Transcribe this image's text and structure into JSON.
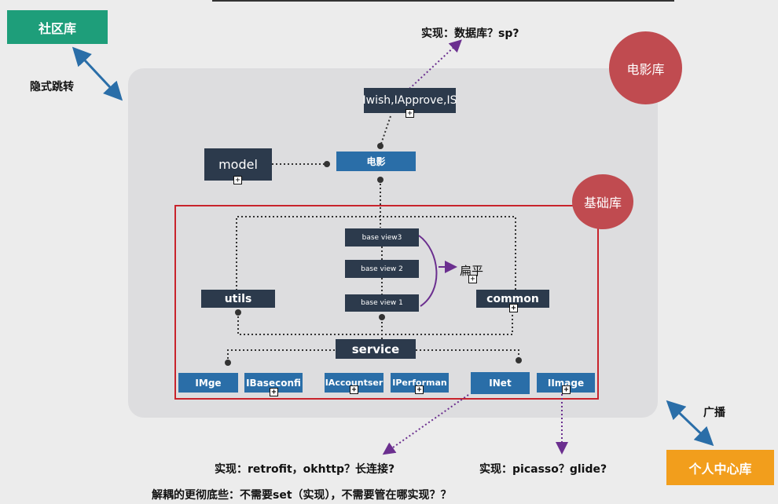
{
  "tags": {
    "community_lib": "社区库",
    "personal_center_lib": "个人中心库",
    "movie_lib": "电影库",
    "base_lib": "基础库"
  },
  "annotations": {
    "implicit_jump": "隐式跳转",
    "broadcast": "广播",
    "impl_db": "实现：数据库？sp?",
    "impl_net": "实现：retrofit，okhttp？长连接?",
    "impl_image": "实现：picasso？glide?",
    "decouple_note": "解耦的更彻底些：不需要set（实现），不需要管在哪实现？？",
    "flatten": "扁平"
  },
  "nodes": {
    "interfaces": "Iwish,IApprove,IS",
    "model": "model",
    "movie": "电影",
    "base_view3": "base  view3",
    "base_view2": "base view 2",
    "base_view1": "base view 1",
    "utils": "utils",
    "common": "common",
    "service": "service",
    "imge": "IMge",
    "ibaseconfig": "IBaseconfi",
    "iaccountser": "IAccountser",
    "iperformance": "IPerforman",
    "inet": "INet",
    "iimage": "IImage"
  },
  "colors": {
    "dark_node": "#2c3a4c",
    "blue_node": "#2a6ea8",
    "red_border": "#c8232c",
    "circle": "#c04b50",
    "green_tag": "#1e9e7a",
    "orange_tag": "#f29e1c",
    "purple": "#6b2f8f",
    "arrow_blue": "#2a6ea8"
  }
}
